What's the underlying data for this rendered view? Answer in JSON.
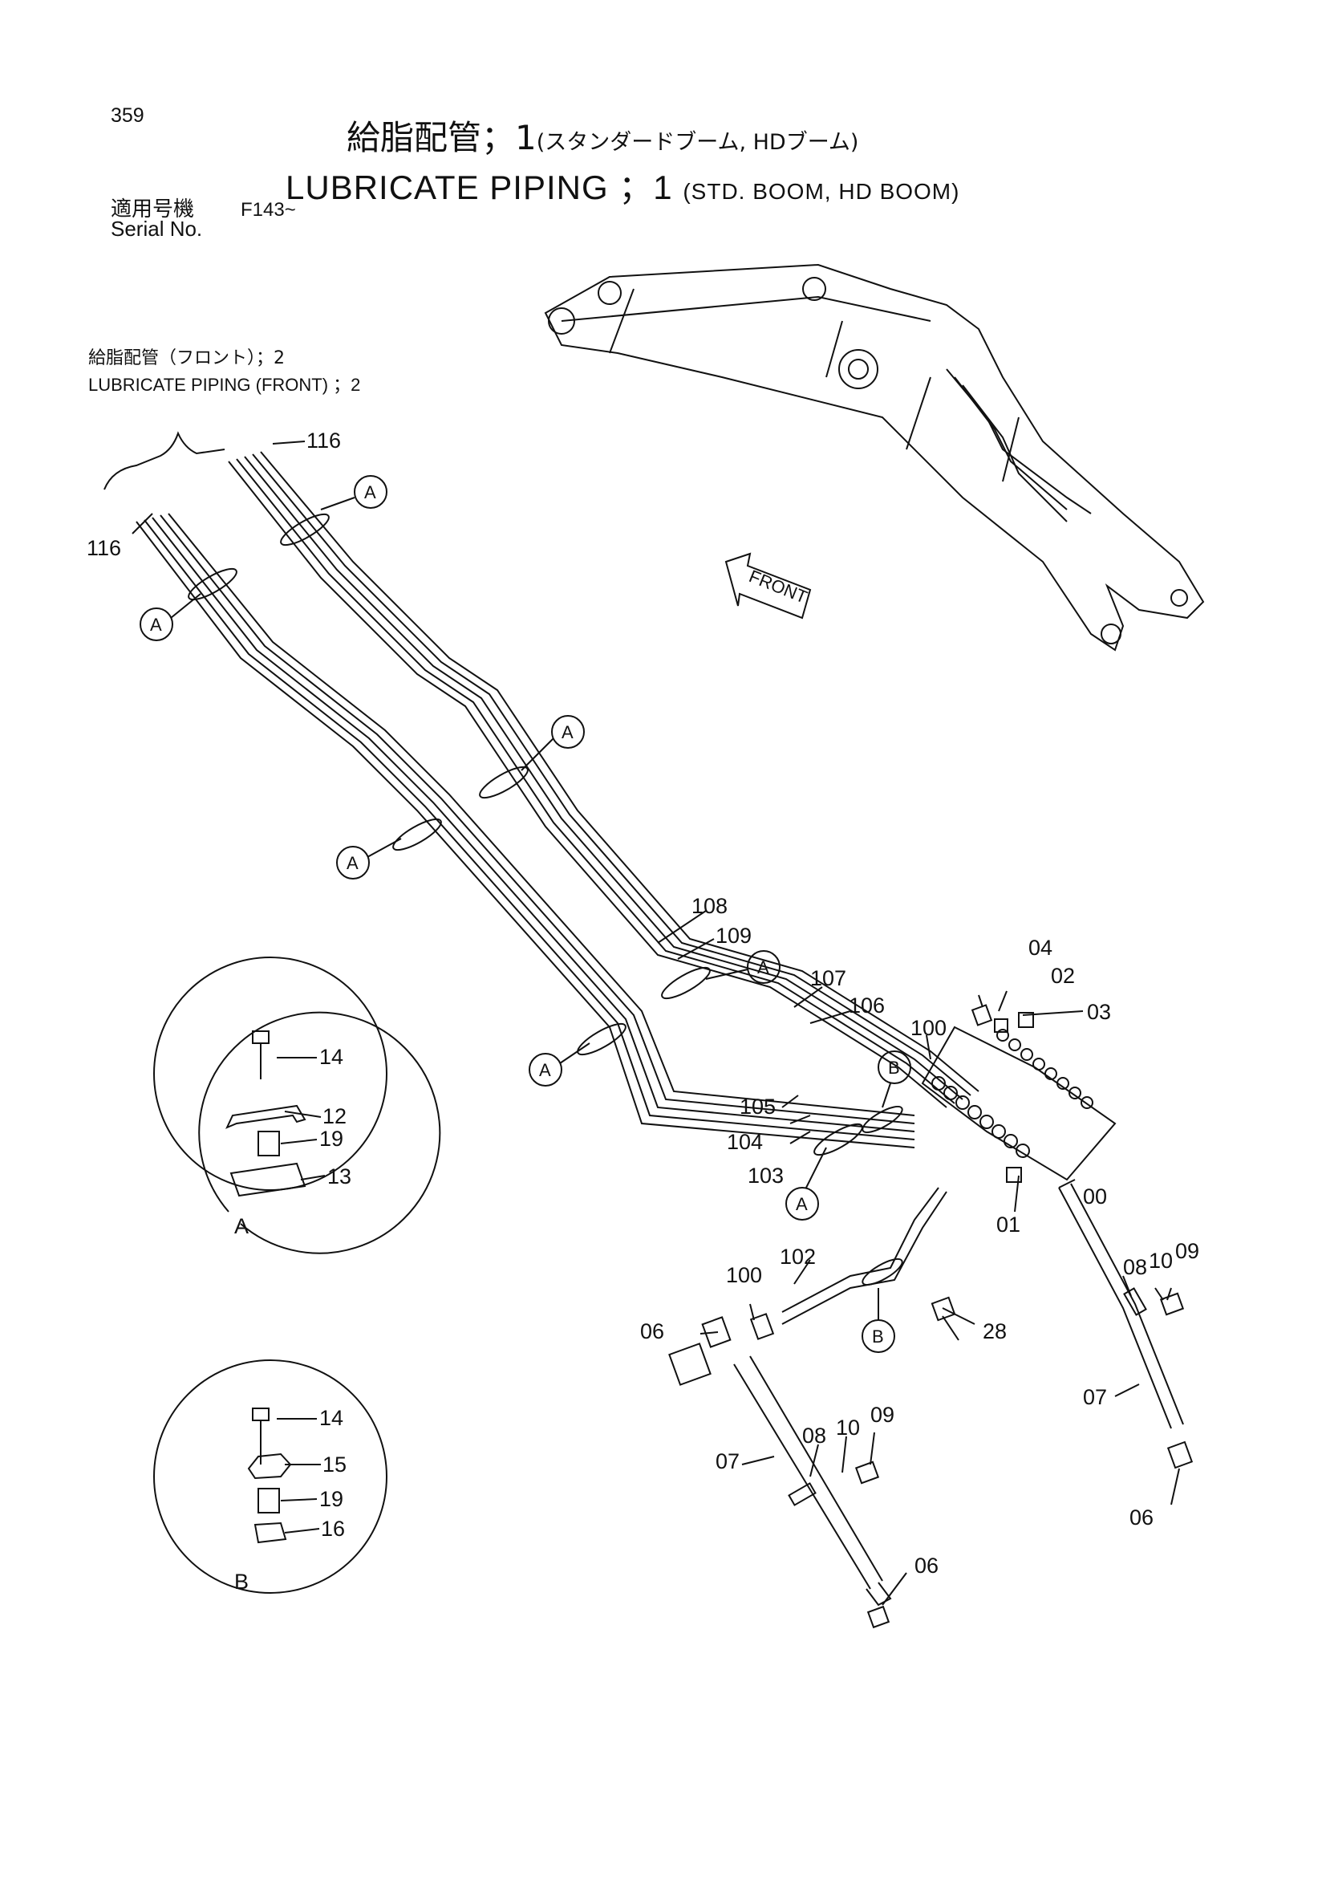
{
  "page_number": "359",
  "title": {
    "jp_main": "給脂配管；1",
    "jp_sub": "(スタンダードブーム, HDブーム)",
    "en_main": "LUBRICATE PIPING ；1",
    "en_sub": "(STD. BOOM, HD BOOM)"
  },
  "serial": {
    "label_jp": "適用号機",
    "label_en": "Serial No.",
    "value": "F143~"
  },
  "reference": {
    "jp": "給脂配管（フロント）；2",
    "en": "LUBRICATE PIPING (FRONT) ；2"
  },
  "front_arrow": "FRONT",
  "callouts": {
    "a": "A",
    "b": "B"
  },
  "part_labels": {
    "p116a": "116",
    "p116b": "116",
    "p108": "108",
    "p109": "109",
    "p107": "107",
    "p106": "106",
    "p105": "105",
    "p104": "104",
    "p103": "103",
    "p102": "102",
    "p100a": "100",
    "p100b": "100",
    "p04": "04",
    "p02": "02",
    "p03": "03",
    "p00": "00",
    "p01": "01",
    "p06a": "06",
    "p06b": "06",
    "p06c": "06",
    "p07a": "07",
    "p07b": "07",
    "p08a": "08",
    "p08b": "08",
    "p09a": "09",
    "p09b": "09",
    "p10a": "10",
    "p10b": "10",
    "p28": "28",
    "dA14": "14",
    "dA12": "12",
    "dA19": "19",
    "dA13": "13",
    "dB14": "14",
    "dB15": "15",
    "dB19": "19",
    "dB16": "16"
  },
  "detail_labels": {
    "a": "A",
    "b": "B"
  }
}
